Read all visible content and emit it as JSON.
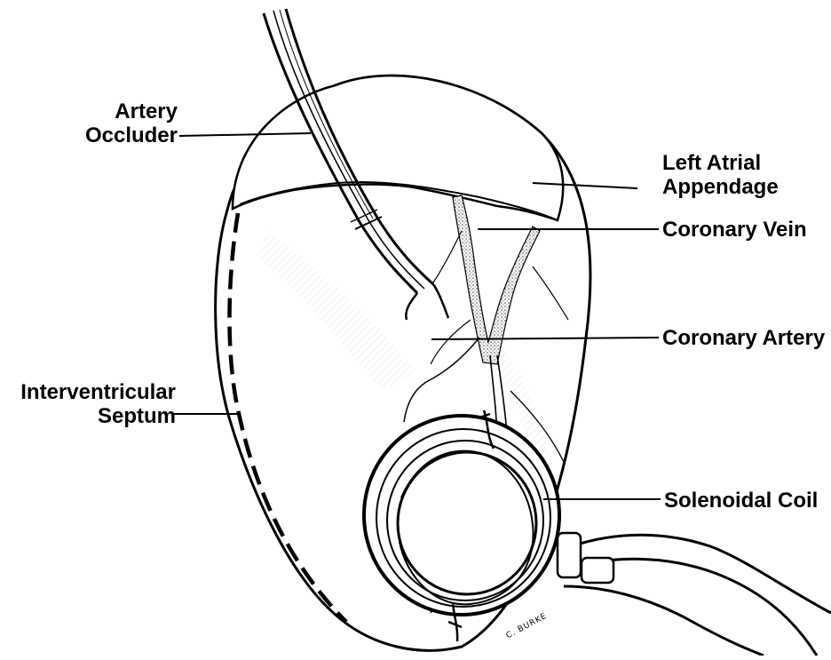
{
  "labels": {
    "artery_occluder": [
      "Artery",
      "Occluder"
    ],
    "left_atrial_appendage": [
      "Left Atrial",
      "Appendage"
    ],
    "coronary_vein": "Coronary Vein",
    "coronary_artery": "Coronary Artery",
    "interventricular_septum": [
      "Interventricular",
      "Septum"
    ],
    "solenoidal_coil": "Solenoidal Coil"
  },
  "signature": "C. BURKE",
  "colors": {
    "ink": "#000000",
    "background": "#ffffff",
    "vein_fill": "#b9b9b9"
  }
}
